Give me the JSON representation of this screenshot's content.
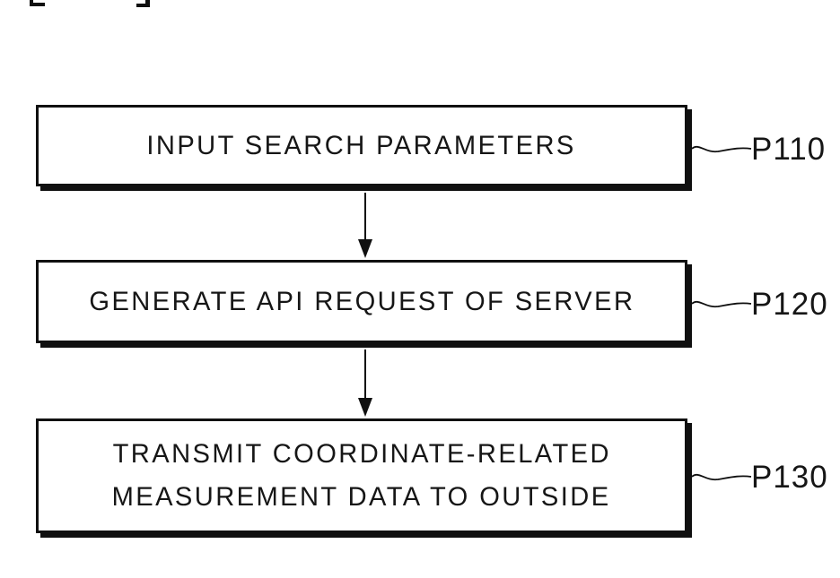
{
  "figure": {
    "type": "flowchart",
    "background_color": "#ffffff",
    "ink_color": "#101010",
    "cropped_top_text_fragment": "[ ]",
    "steps": [
      {
        "lines": [
          "INPUT SEARCH PARAMETERS"
        ],
        "label": "P110"
      },
      {
        "lines": [
          "GENERATE API REQUEST OF SERVER"
        ],
        "label": "P120"
      },
      {
        "lines": [
          "TRANSMIT COORDINATE-RELATED",
          "MEASUREMENT DATA TO OUTSIDE"
        ],
        "label": "P130"
      }
    ],
    "connectors": [
      "down-arrow",
      "down-arrow"
    ]
  }
}
